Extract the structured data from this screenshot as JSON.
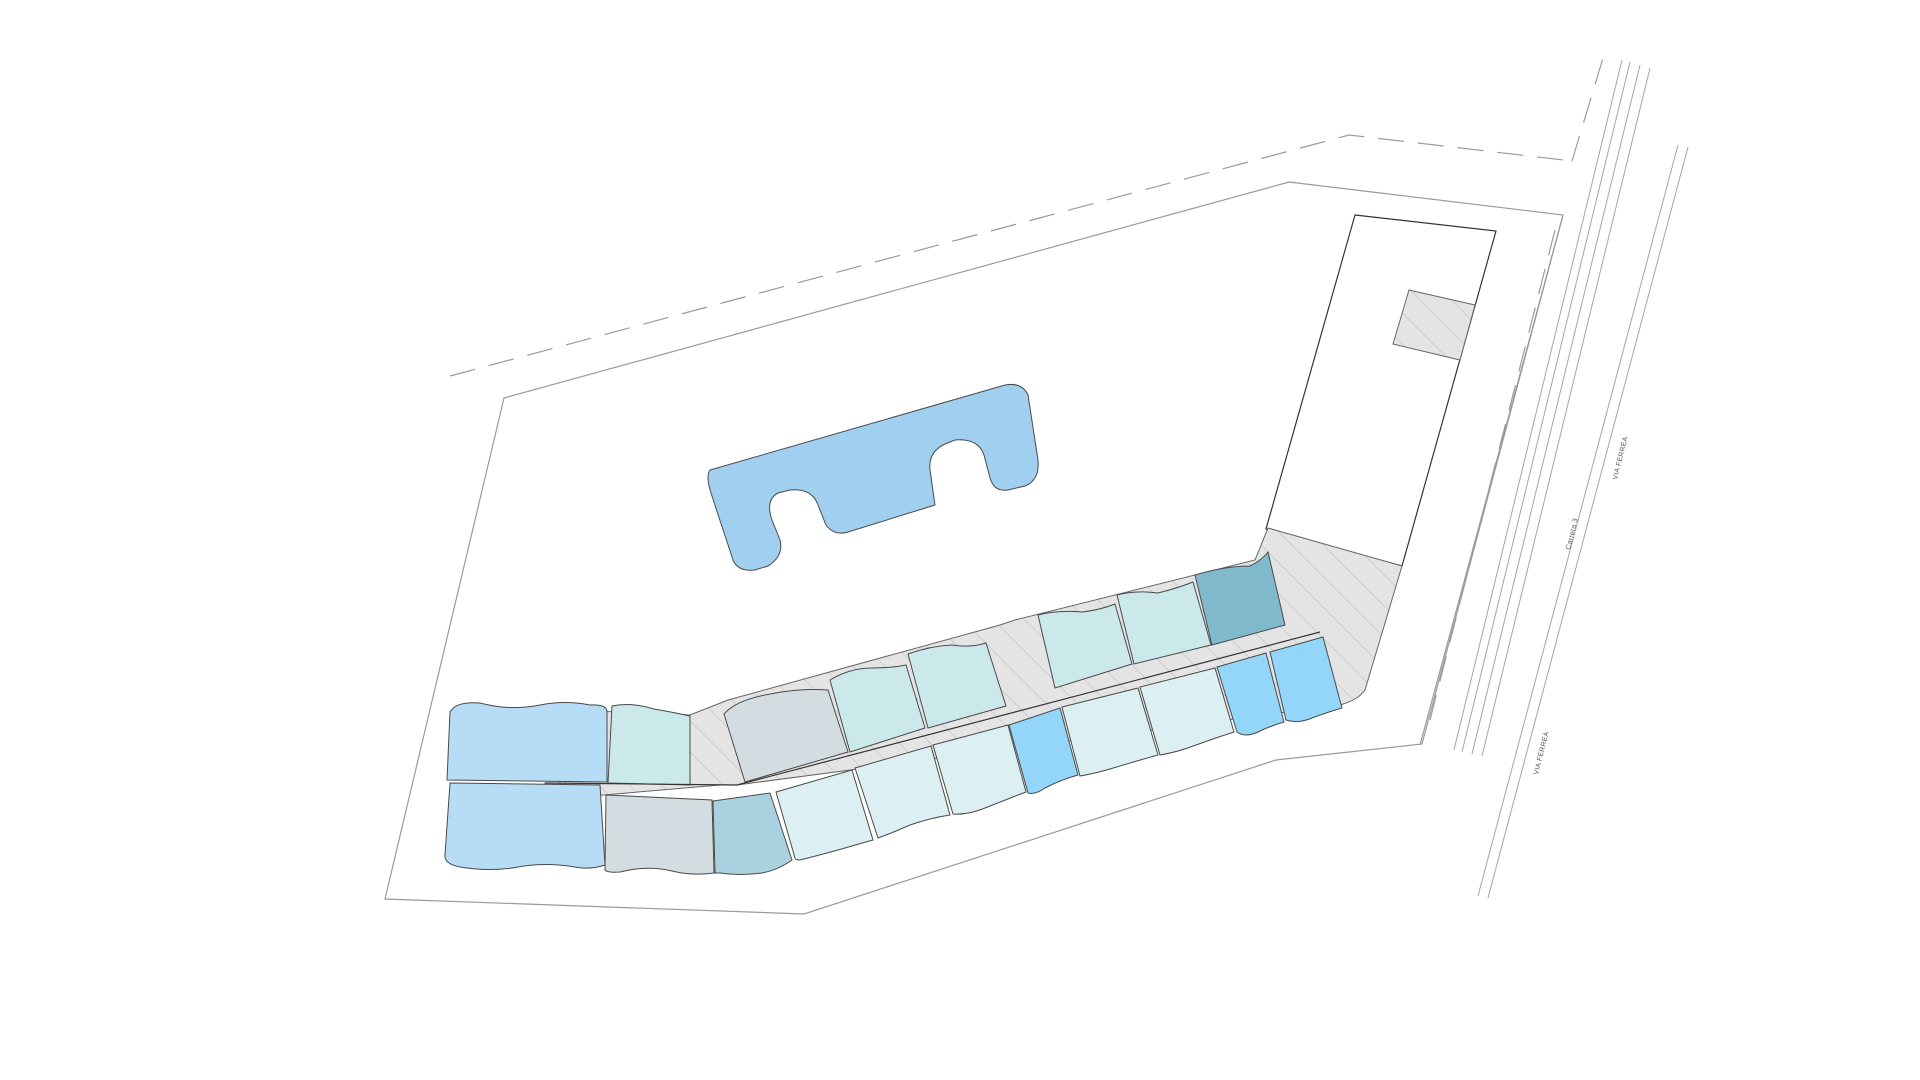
{
  "map": {
    "labels": {
      "via_ferrea_top": "VIA FERREA",
      "via_ferrea_bottom": "VIA FERREA",
      "carrera": "Carrera 3"
    },
    "colors": {
      "background": "#ffffff",
      "outline": "#9a9a9a",
      "pavement": "#e4e4e4",
      "central_building": "#a0cff0",
      "unit_teal": "#cbe8ea",
      "unit_teal_light": "#dcf0f3",
      "unit_gray": "#d3dde1",
      "unit_light_blue": "#b7dcf5",
      "unit_sky": "#93d6fa",
      "unit_steel": "#a9d1df",
      "unit_dark_teal": "#80b9cb"
    }
  }
}
